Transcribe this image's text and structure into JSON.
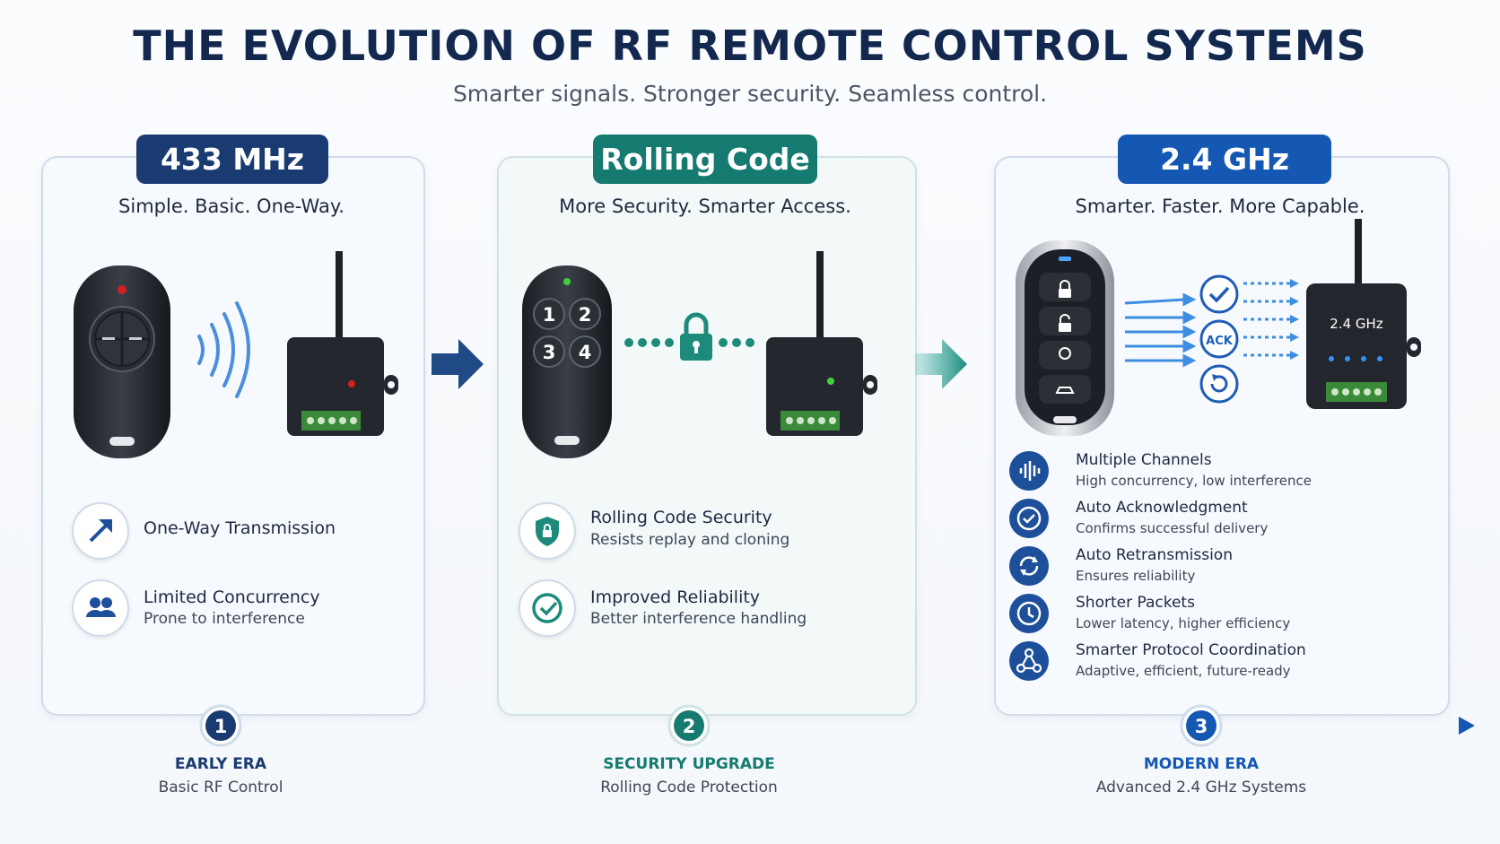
{
  "header": {
    "title": "THE EVOLUTION OF RF REMOTE CONTROL SYSTEMS",
    "subtitle": "Smarter signals. Stronger security. Seamless control."
  },
  "eras": [
    {
      "badge": "433 MHz",
      "tagline": "Simple. Basic. One-Way.",
      "features": [
        {
          "title": "One-Way Transmission",
          "desc": ""
        },
        {
          "title": "Limited Concurrency",
          "desc": "Prone to interference"
        }
      ],
      "timeline": {
        "number": "1",
        "title": "EARLY ERA",
        "subtitle": "Basic RF Control"
      }
    },
    {
      "badge": "Rolling Code",
      "tagline": "More Security. Smarter Access.",
      "remote_buttons": [
        "1",
        "2",
        "3",
        "4"
      ],
      "features": [
        {
          "title": "Rolling Code Security",
          "desc": "Resists replay and cloning"
        },
        {
          "title": "Improved Reliability",
          "desc": "Better interference handling"
        }
      ],
      "timeline": {
        "number": "2",
        "title": "SECURITY UPGRADE",
        "subtitle": "Rolling Code Protection"
      }
    },
    {
      "badge": "2.4 GHz",
      "tagline": "Smarter. Faster. More Capable.",
      "signal_label": "ACK",
      "receiver_label": "2.4 GHz",
      "features": [
        {
          "title": "Multiple Channels",
          "desc": "High concurrency, low interference"
        },
        {
          "title": "Auto Acknowledgment",
          "desc": "Confirms successful delivery"
        },
        {
          "title": "Auto Retransmission",
          "desc": "Ensures reliability"
        },
        {
          "title": "Shorter Packets",
          "desc": "Lower latency, higher efficiency"
        },
        {
          "title": "Smarter Protocol Coordination",
          "desc": "Adaptive, efficient, future-ready"
        }
      ],
      "timeline": {
        "number": "3",
        "title": "MODERN ERA",
        "subtitle": "Advanced 2.4 GHz Systems"
      }
    }
  ],
  "colors": {
    "navy": "#1a3b72",
    "teal": "#157a70",
    "blue": "#1458b4",
    "icon_blue": "#1e4f9a"
  }
}
